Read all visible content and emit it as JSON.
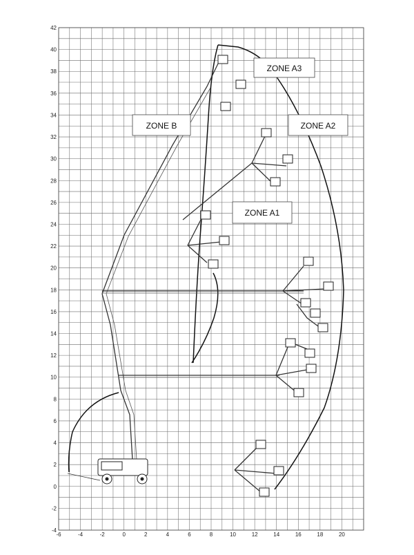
{
  "diagram": {
    "x_axis": {
      "min": -6,
      "max": 22,
      "step": 2,
      "tick_labels": [
        "-6",
        "-4",
        "-2",
        "0",
        "2",
        "4",
        "6",
        "8",
        "10",
        "12",
        "14",
        "16",
        "18",
        "20"
      ]
    },
    "y_axis": {
      "min": -4,
      "max": 42,
      "step": 2,
      "tick_labels": [
        "-4",
        "-2",
        "0",
        "2",
        "4",
        "6",
        "8",
        "10",
        "12",
        "14",
        "16",
        "18",
        "20",
        "22",
        "24",
        "26",
        "28",
        "30",
        "32",
        "34",
        "36",
        "38",
        "40",
        "42"
      ]
    },
    "zones": [
      {
        "id": "zone-a3",
        "label": "ZONE A3"
      },
      {
        "id": "zone-b",
        "label": "ZONE B"
      },
      {
        "id": "zone-a2",
        "label": "ZONE A2"
      },
      {
        "id": "zone-a1",
        "label": "ZONE A1"
      }
    ]
  }
}
